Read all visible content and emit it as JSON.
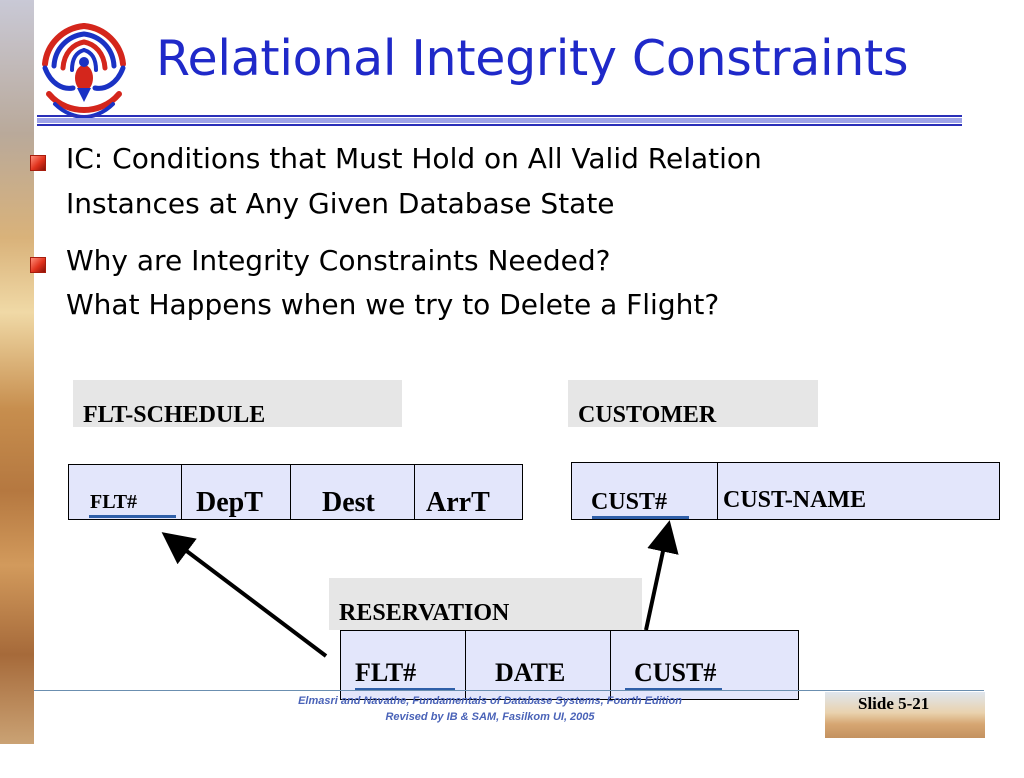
{
  "slide": {
    "title": "Relational Integrity Constraints",
    "bullets": [
      {
        "line1": "IC: Conditions  that Must Hold on All  Valid Relation",
        "line2": "Instances at Any Given Database State"
      },
      {
        "line1": "Why are Integrity Constraints Needed?",
        "line2": "What Happens when we try to Delete a Flight?"
      }
    ],
    "colors": {
      "title": "#1f29c9",
      "table_fill": "#e3e6fb",
      "label_fill": "#e6e6e6",
      "bullet": "#e0321c"
    }
  },
  "relations": {
    "flt_schedule": {
      "name": "FLT-SCHEDULE",
      "columns": [
        "FLT#",
        "DepT",
        "Dest",
        "ArrT"
      ]
    },
    "customer": {
      "name": "CUSTOMER",
      "columns": [
        "CUST#",
        "CUST-NAME"
      ]
    },
    "reservation": {
      "name": "RESERVATION",
      "columns": [
        "FLT#",
        "DATE",
        "CUST#"
      ]
    }
  },
  "footer": {
    "line1": "Elmasri and Navathe, Fundamentals of Database Systems, Fourth Edition",
    "line2": "Revised by IB & SAM, Fasilkom UI, 2005",
    "slide_label": "Slide 5-21"
  }
}
